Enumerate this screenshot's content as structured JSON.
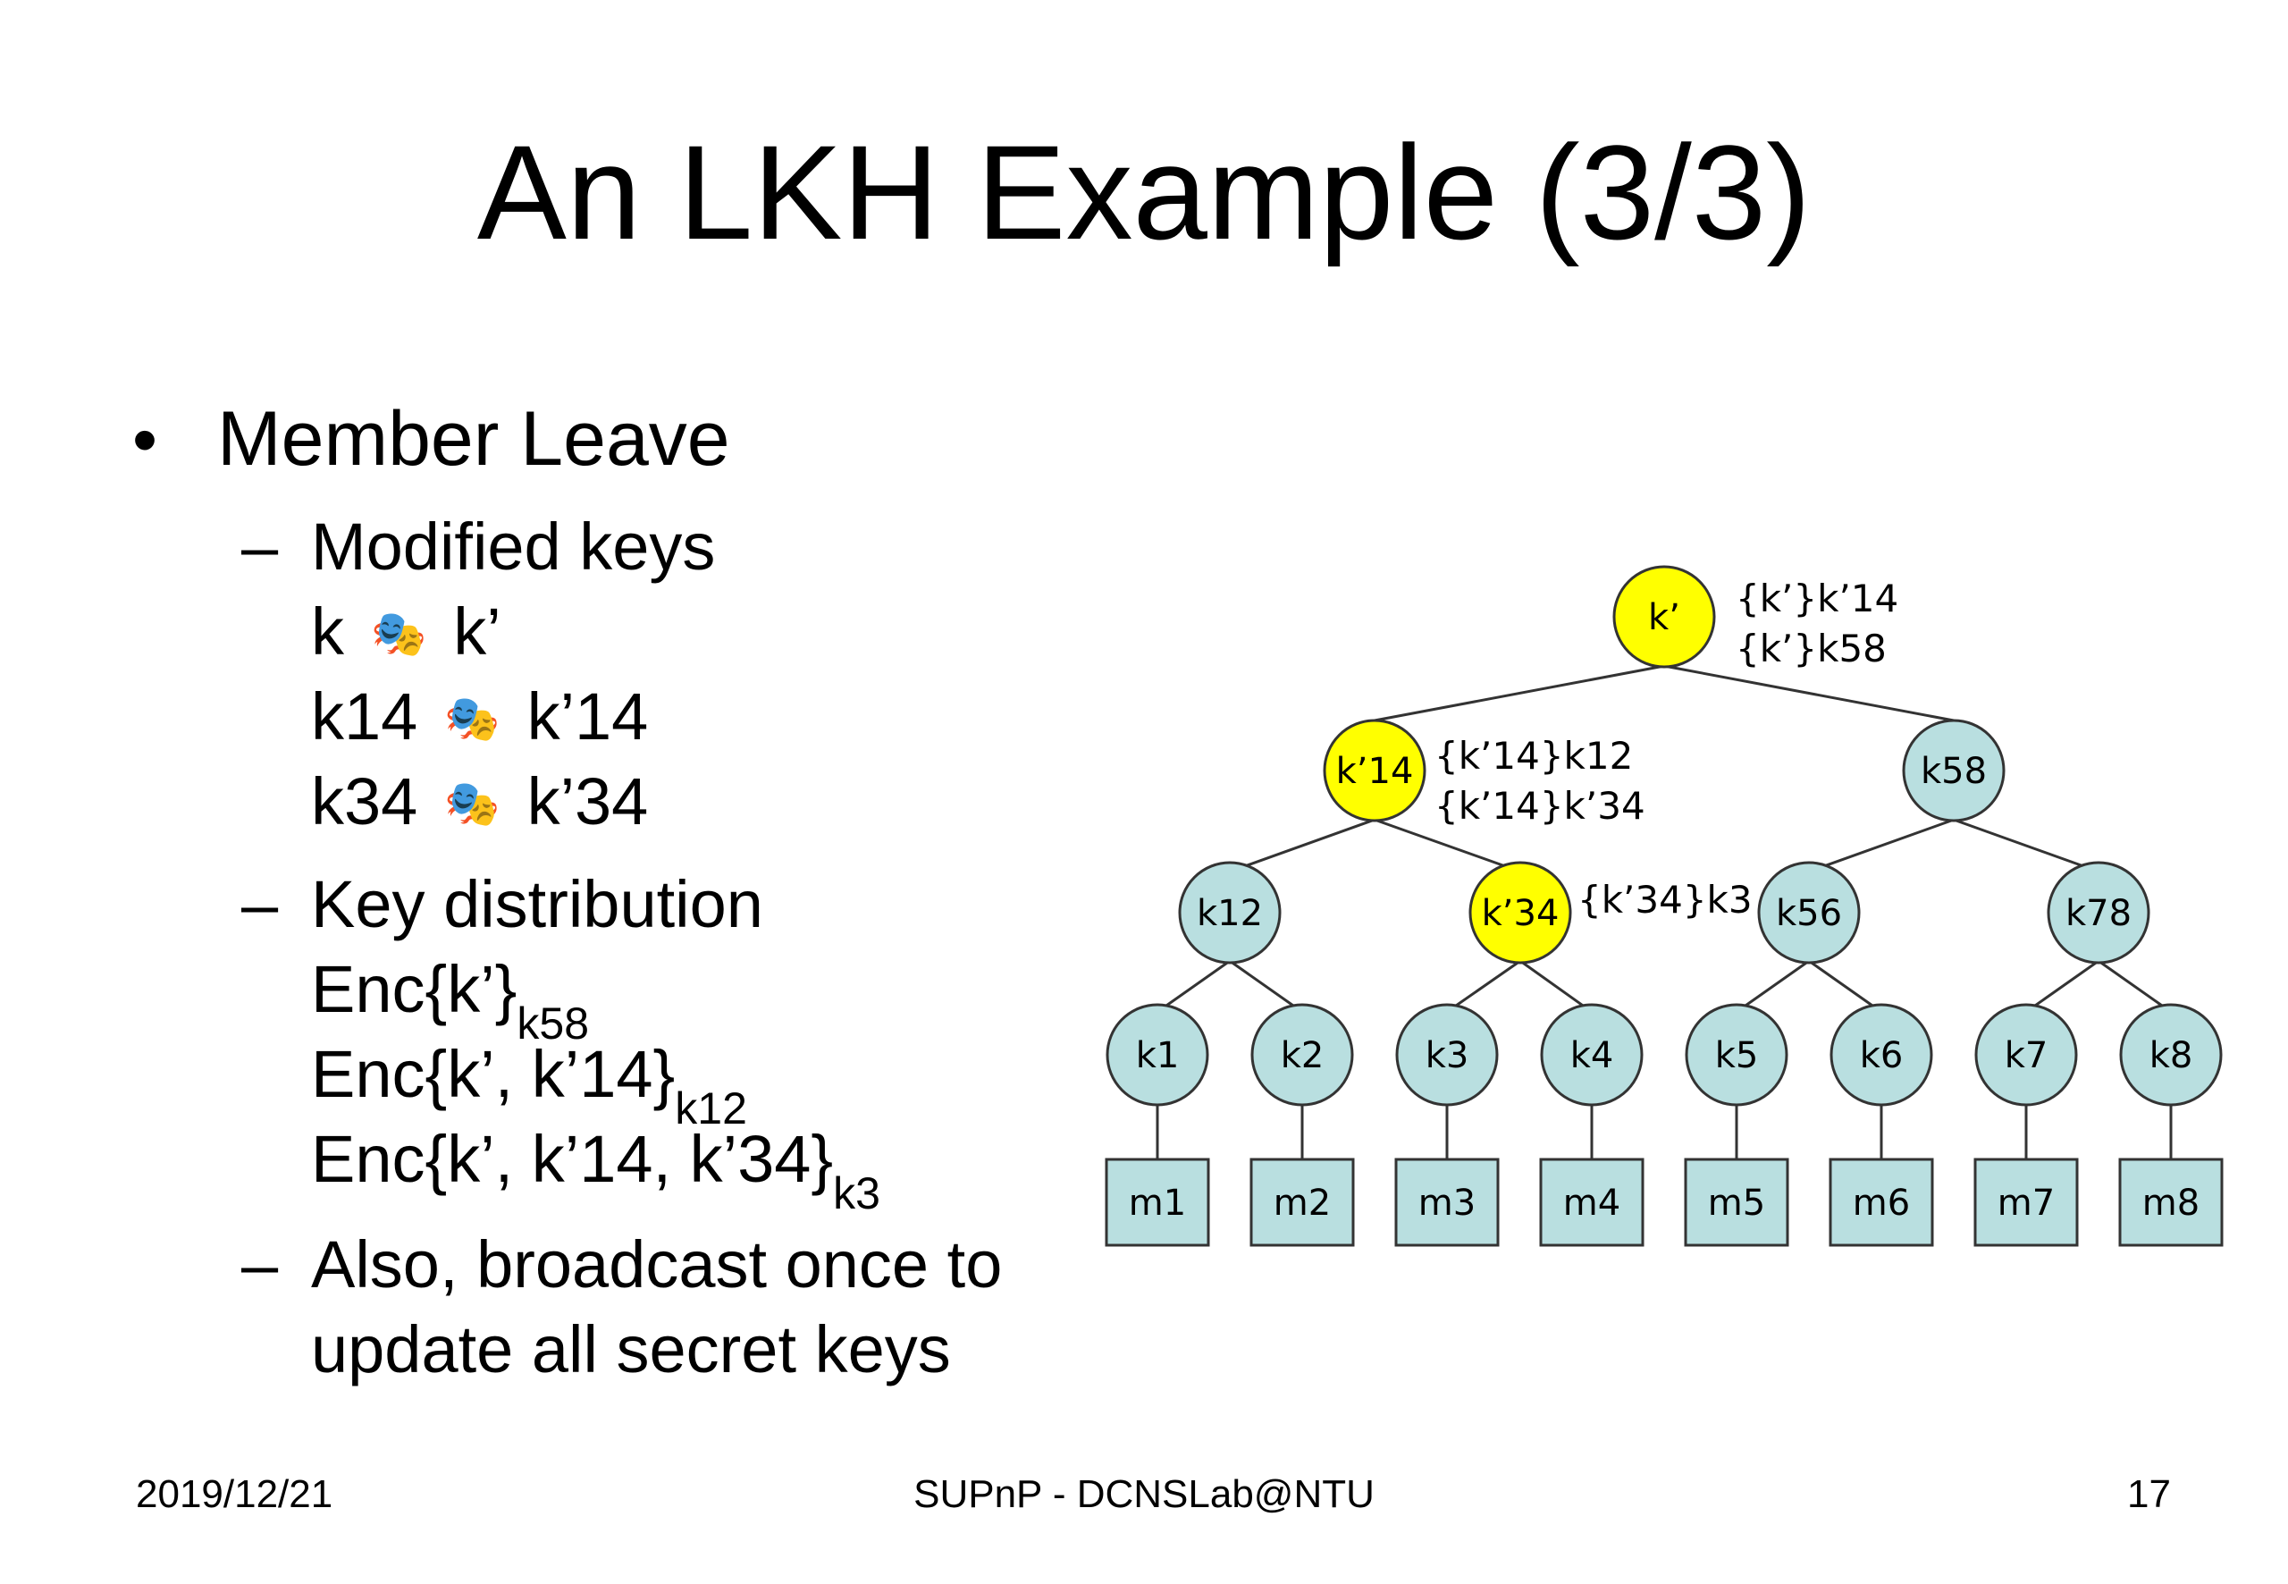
{
  "slide": {
    "title": "An LKH Example (3/3)",
    "bullet": {
      "marker": "•",
      "label": "Member Leave"
    },
    "sub_marker": "–",
    "modified": {
      "heading": "Modified keys",
      "rows": [
        {
          "from": "k",
          "arrow": "🎭",
          "to": "k’"
        },
        {
          "from": "k14",
          "arrow": "🎭",
          "to": "k’14"
        },
        {
          "from": "k34",
          "arrow": "🎭",
          "to": "k’34"
        }
      ]
    },
    "distribution": {
      "heading": "Key distribution",
      "rows": [
        {
          "main": "Enc{k’}",
          "sub": "k58"
        },
        {
          "main": "Enc{k’, k’14}",
          "sub": "k12"
        },
        {
          "main": "Enc{k’, k’14, k’34}",
          "sub": "k3"
        }
      ]
    },
    "broadcast": {
      "line1": "Also, broadcast once to",
      "line2": "update all secret keys"
    }
  },
  "tree": {
    "colors": {
      "highlight": "#ffff00",
      "normal": "#b9dfe0",
      "stroke": "#333333"
    },
    "nodes": {
      "root": "k’",
      "l1_left": "k’14",
      "l1_right": "k58",
      "l2": [
        "k12",
        "k’34",
        "k56",
        "k78"
      ],
      "l3": [
        "k1",
        "k2",
        "k3",
        "k4",
        "k5",
        "k6",
        "k7",
        "k8"
      ],
      "members": [
        "m1",
        "m2",
        "m3",
        "m4",
        "m5",
        "m6",
        "m7",
        "m8"
      ]
    },
    "highlighted": [
      "k’",
      "k’14",
      "k’34"
    ],
    "annotations": {
      "root": [
        "{k’}k’14",
        "{k’}k58"
      ],
      "l1_left": [
        "{k’14}k12",
        "{k’14}k’34"
      ],
      "l2_k34": [
        "{k’34}k3"
      ]
    }
  },
  "footer": {
    "date": "2019/12/21",
    "center": "SUPnP - DCNSLab@NTU",
    "page": "17"
  }
}
